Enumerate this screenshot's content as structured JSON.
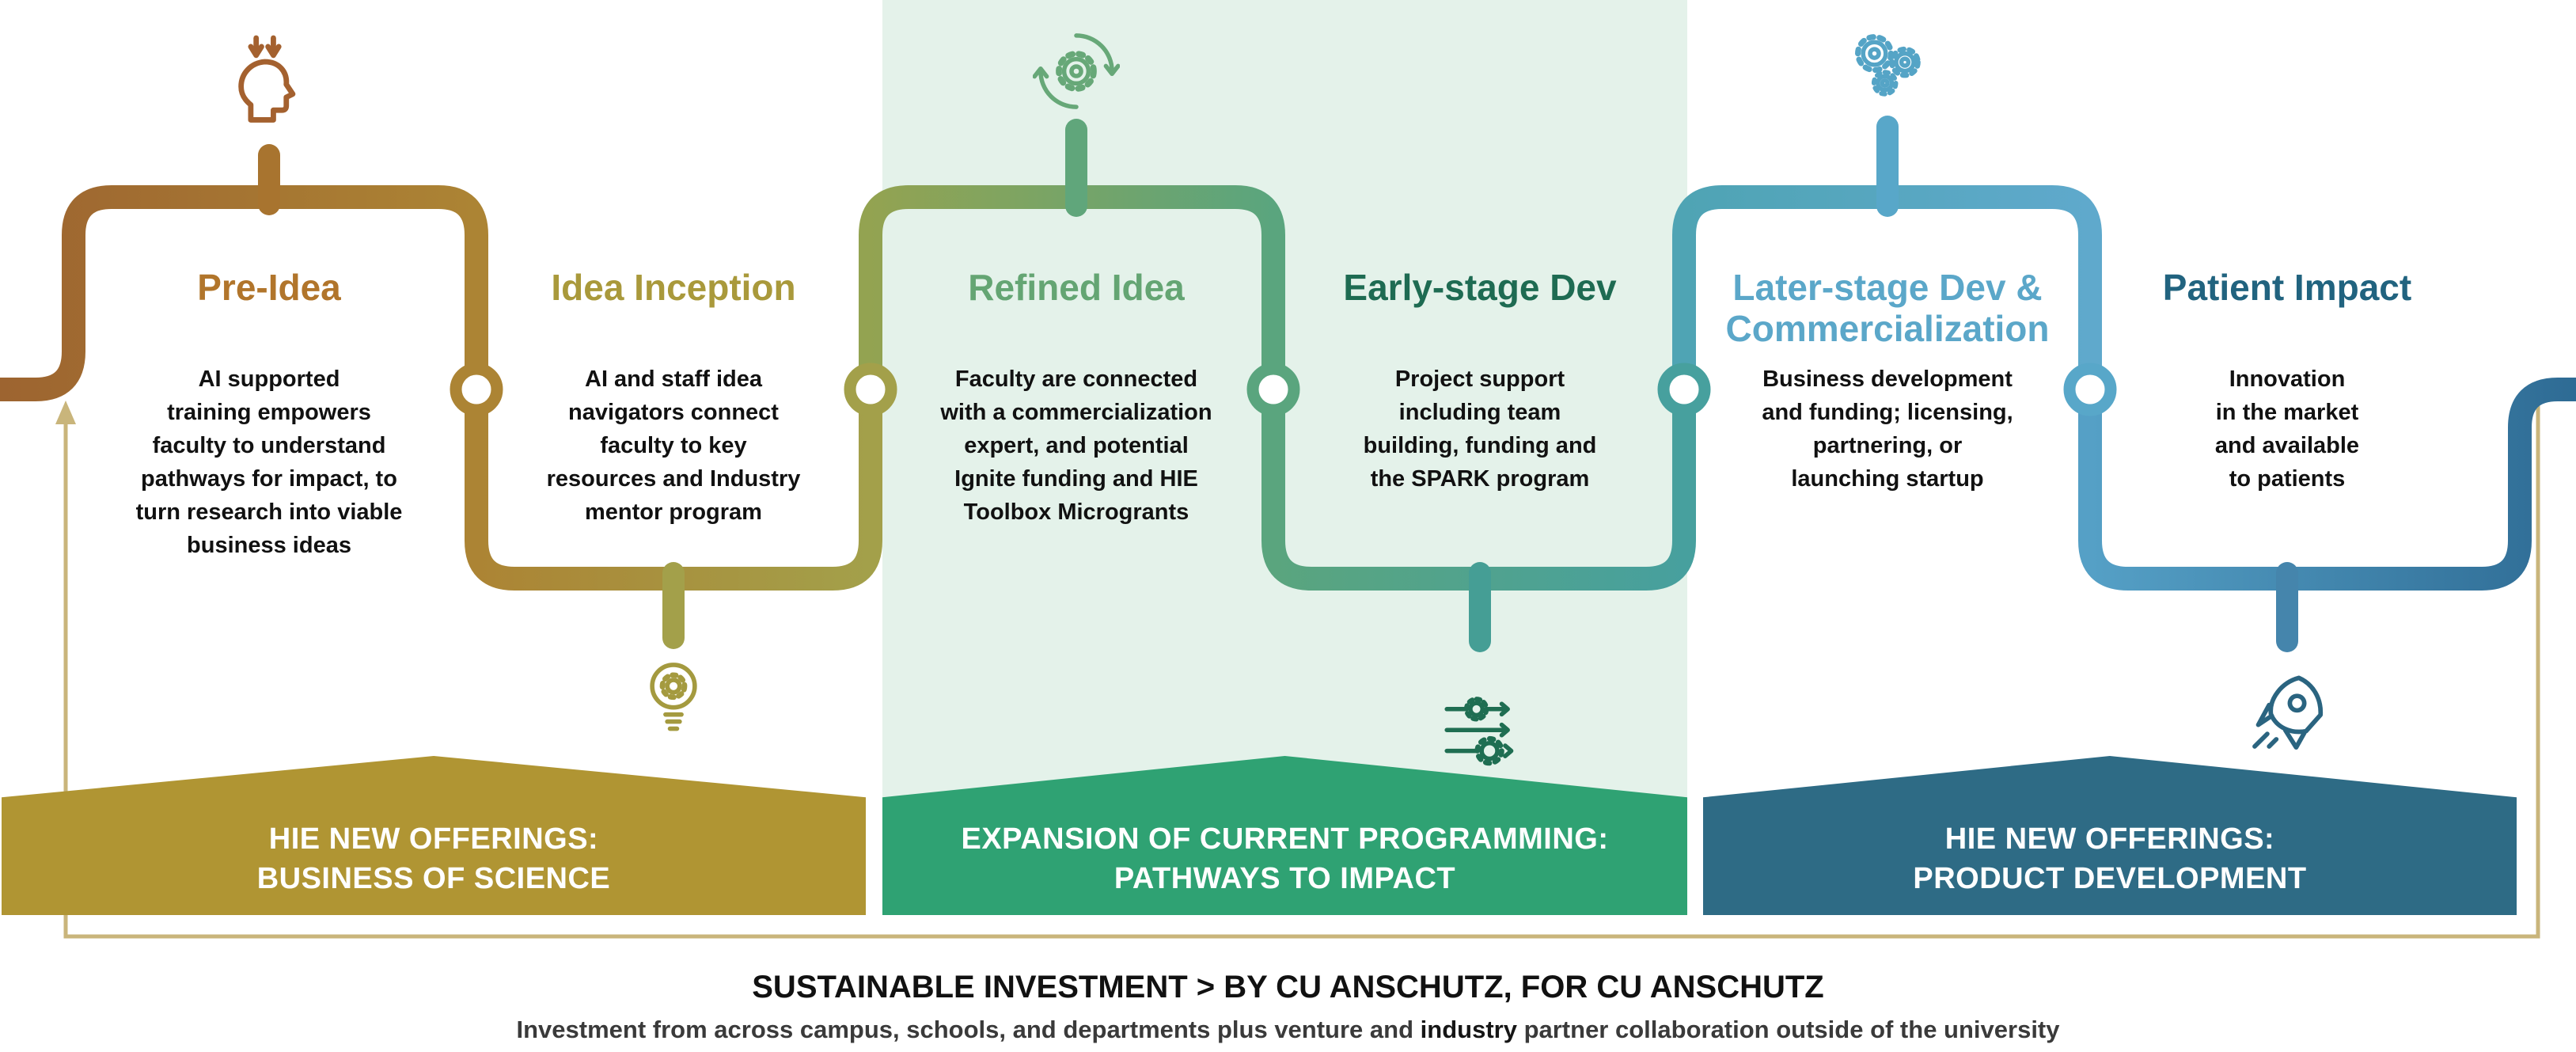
{
  "stages": [
    {
      "title": "Pre-Idea",
      "body": "AI supported\ntraining empowers\nfaculty to understand\npathways for impact, to\nturn research into viable\nbusiness ideas",
      "title_color": "#B1752B",
      "icon": "head-arrows-icon",
      "icon_position": "top"
    },
    {
      "title": "Idea Inception",
      "body": "AI and staff idea\nnavigators connect\nfaculty to key\nresources and Industry\nmentor program",
      "title_color": "#A9993B",
      "icon": "lightbulb-gear-icon",
      "icon_position": "bottom"
    },
    {
      "title": "Refined Idea",
      "body": "Faculty are connected\nwith a commercialization\nexpert, and potential\nIgnite funding and HIE\nToolbox Microgrants",
      "title_color": "#64A573",
      "icon": "gear-cycle-icon",
      "icon_position": "top"
    },
    {
      "title": "Early-stage Dev",
      "body": "Project support\nincluding team\nbuilding, funding and\nthe SPARK program",
      "title_color": "#1E6B52",
      "icon": "process-gears-icon",
      "icon_position": "bottom"
    },
    {
      "title": "Later-stage Dev &\nCommercialization",
      "body": "Business development\nand funding; licensing,\npartnering, or\nlaunching startup",
      "title_color": "#5BA7C9",
      "icon": "gears-icon",
      "icon_position": "top"
    },
    {
      "title": "Patient Impact",
      "body": "Innovation\nin the market\nand available\nto patients",
      "title_color": "#21637F",
      "icon": "rocket-icon",
      "icon_position": "bottom"
    }
  ],
  "banners": [
    {
      "line1": "HIE NEW OFFERINGS:",
      "line2": "BUSINESS OF SCIENCE",
      "color": "#B09533"
    },
    {
      "line1": "EXPANSION OF CURRENT PROGRAMMING:",
      "line2": "PATHWAYS TO IMPACT",
      "color": "#2FA273"
    },
    {
      "line1": "HIE NEW OFFERINGS:",
      "line2": "PRODUCT DEVELOPMENT",
      "color": "#2E6B85"
    }
  ],
  "footer": {
    "headline": "SUSTAINABLE INVESTMENT > BY CU ANSCHUTZ, FOR CU ANSCHUTZ",
    "subline_prefix": "Investment from across campus, schools, and departments plus venture and ",
    "subline_emphasis": "industry",
    "subline_suffix": " partner collaboration outside of the university"
  },
  "icons": [
    {
      "name": "head-arrows-icon",
      "stage": "Pre-Idea",
      "position": "top"
    },
    {
      "name": "lightbulb-gear-icon",
      "stage": "Idea Inception",
      "position": "bottom"
    },
    {
      "name": "gear-cycle-icon",
      "stage": "Refined Idea",
      "position": "top"
    },
    {
      "name": "process-gears-icon",
      "stage": "Early-stage Dev",
      "position": "bottom"
    },
    {
      "name": "gears-icon",
      "stage": "Later-stage Dev & Commercialization",
      "position": "top"
    },
    {
      "name": "rocket-icon",
      "stage": "Patient Impact",
      "position": "bottom"
    }
  ],
  "palette": {
    "stage_colors": [
      "#B1752B",
      "#A9993B",
      "#64A573",
      "#1E6B52",
      "#5BA7C9",
      "#21637F"
    ],
    "banner_colors": [
      "#B09533",
      "#2FA273",
      "#2E6B85"
    ],
    "highlight_band_color": "#E4F2EA",
    "feedback_line_color": "#C9B57B"
  }
}
